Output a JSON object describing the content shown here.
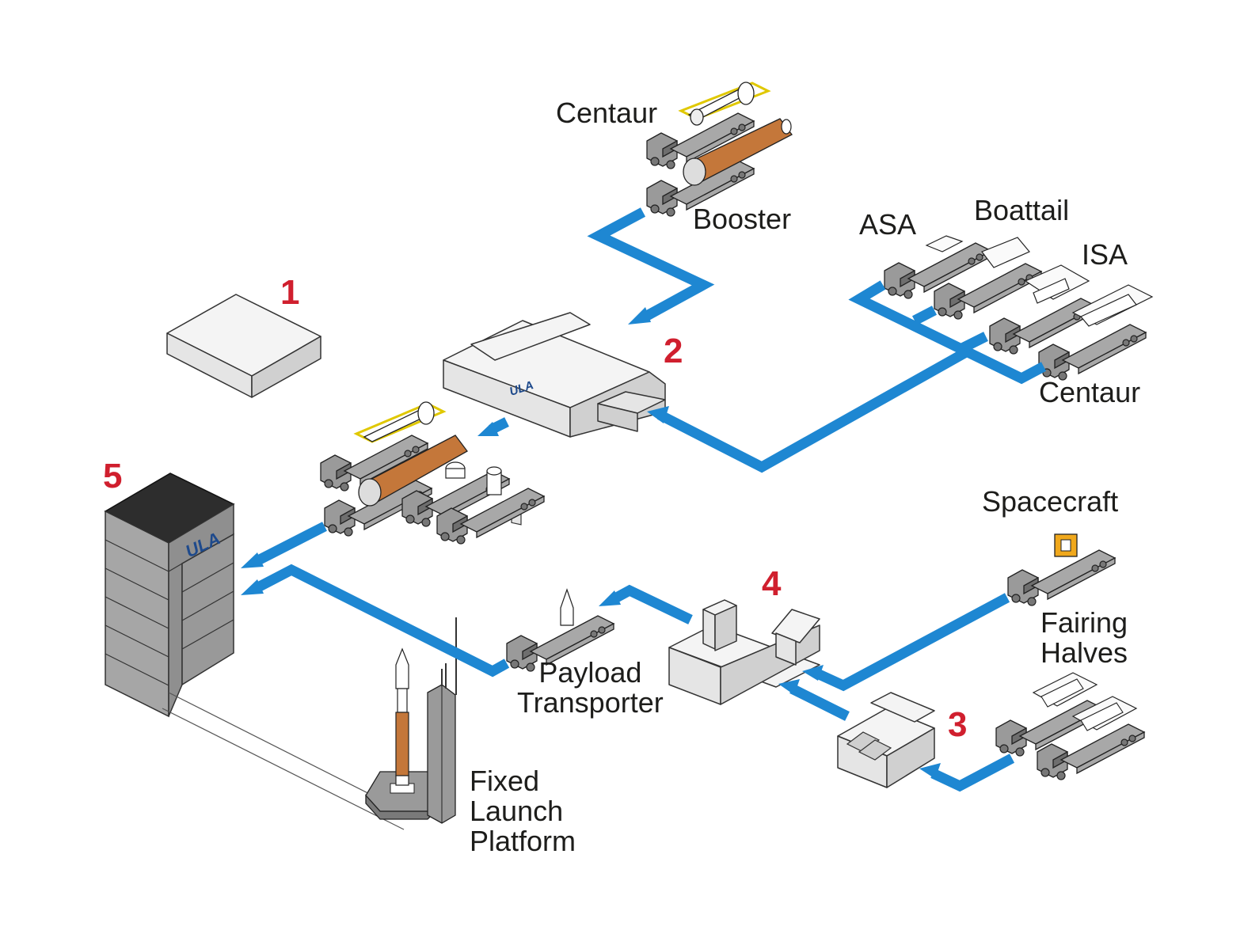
{
  "labels": {
    "centaur_top": "Centaur",
    "booster": "Booster",
    "asa": "ASA",
    "boattail": "Boattail",
    "isa": "ISA",
    "centaur_right": "Centaur",
    "spacecraft": "Spacecraft",
    "fairing_halves": "Fairing\nHalves",
    "payload_transporter": "Payload\nTransporter",
    "fixed_launch_platform": "Fixed\nLaunch\nPlatform"
  },
  "numbers": {
    "n1": "1",
    "n2": "2",
    "n3": "3",
    "n4": "4",
    "n5": "5"
  },
  "logo_text": "ULA",
  "colors": {
    "route": "#1e87d2",
    "number": "#d01f2e",
    "booster": "#c4773a",
    "logo": "#1e4a8c",
    "spacecraft": "#f0a81c"
  }
}
